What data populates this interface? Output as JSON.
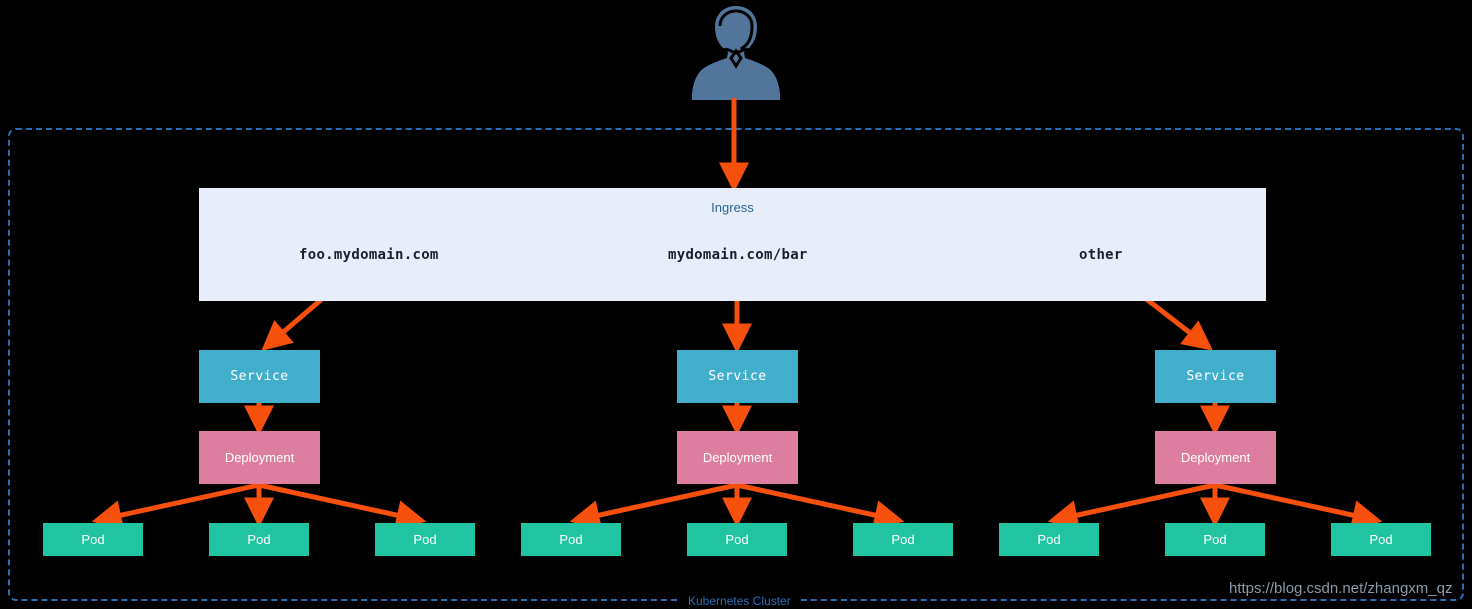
{
  "diagram": {
    "title": "Kubernetes Ingress routing diagram",
    "cluster_label": "Kubernetes Cluster",
    "watermark": "https://blog.csdn.net/zhangxm_qz",
    "colors": {
      "background": "#000000",
      "arrow": "#F6500C",
      "cluster_border": "#2A6FB5",
      "ingress_fill": "#E8EEF9",
      "ingress_text": "#2A6496",
      "service_fill": "#41AFCB",
      "deployment_fill": "#DD7EA0",
      "pod_fill": "#20C4A0",
      "avatar_fill": "#52769B",
      "label_text": "#18202B",
      "watermark_text": "#8C9AA8"
    },
    "client": {
      "icon": "user-avatar-icon",
      "label": ""
    },
    "ingress": {
      "label": "Ingress",
      "routes": [
        {
          "id": "route-host-foo",
          "label": "foo.mydomain.com"
        },
        {
          "id": "route-path-bar",
          "label": "mydomain.com/bar"
        },
        {
          "id": "route-other",
          "label": "other"
        }
      ]
    },
    "branches": [
      {
        "id": "branch-left",
        "service": {
          "label": "Service"
        },
        "deployment": {
          "label": "Deployment"
        },
        "pods": [
          {
            "label": "Pod"
          },
          {
            "label": "Pod"
          },
          {
            "label": "Pod"
          }
        ]
      },
      {
        "id": "branch-middle",
        "service": {
          "label": "Service"
        },
        "deployment": {
          "label": "Deployment"
        },
        "pods": [
          {
            "label": "Pod"
          },
          {
            "label": "Pod"
          },
          {
            "label": "Pod"
          }
        ]
      },
      {
        "id": "branch-right",
        "service": {
          "label": "Service"
        },
        "deployment": {
          "label": "Deployment"
        },
        "pods": [
          {
            "label": "Pod"
          },
          {
            "label": "Pod"
          },
          {
            "label": "Pod"
          }
        ]
      }
    ]
  }
}
